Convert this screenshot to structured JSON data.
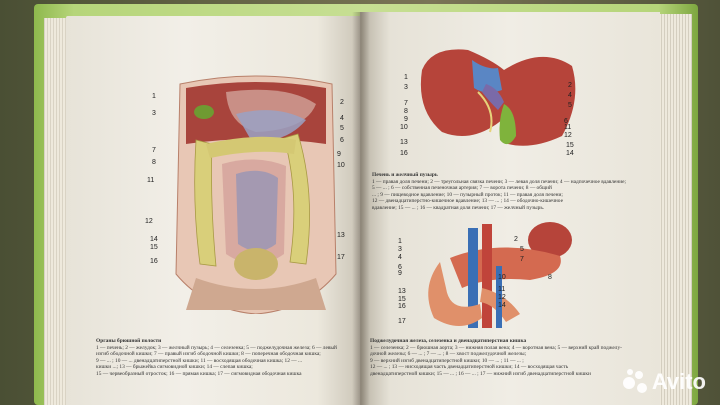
{
  "left_page": {
    "labels_left": [
      "1",
      "3",
      "7",
      "8",
      "11",
      "12",
      "14",
      "15",
      "16"
    ],
    "labels_right": [
      "2",
      "4",
      "5",
      "6",
      "9",
      "10",
      "13",
      "17"
    ],
    "caption": {
      "title": "Органы брюшной полости",
      "lines": [
        "1 — печень; 2 — желудок; 3 — желчный пузырь; 4 — селезенка; 5 — поджелудочная железа; 6 — левый",
        "изгиб ободочной кишки; 7 — правый изгиб ободочной кишки; 8 — поперечная ободочная кишка;",
        "9 — ... ; 10 — ... двенадцатиперстной кишки; 11 — восходящая ободочная кишка; 12 — ...",
        "кишки ...; 13 — брыжейка сигмовидной кишки; 14 — слепая кишка;",
        "15 — червеобразный отросток; 16 — прямая кишка; 17 — сигмовидная ободочная кишка"
      ]
    }
  },
  "right_page_top": {
    "labels_left": [
      "1",
      "3",
      "7",
      "8",
      "9",
      "10",
      "13",
      "16"
    ],
    "labels_right": [
      "2",
      "4",
      "5",
      "6",
      "11",
      "12",
      "14",
      "15"
    ],
    "caption": {
      "title": "Печень и желчный пузырь",
      "lines": [
        "1 — правая доля печени; 2 — треугольная связка печени; 3 — левая доля печени; 4 — надпочечное вдавление;",
        "5 — ... ; 6 — собственная печеночная артерия; 7 — ворота печени; 8 — общий",
        "... ; 9 — пищеводное вдавление; 10 — пузырный проток; 11 — правая доля печени;",
        "12 — двенадцатиперстно-кишечное вдавление; 13 — ... ; 14 — ободочно-кишечное",
        "вдавление; 15 — ... ; 16 — квадратная доля печени; 17 — желчный пузырь."
      ]
    }
  },
  "right_page_bottom": {
    "labels_left": [
      "1",
      "3",
      "4",
      "6",
      "9",
      "13",
      "15",
      "16",
      "17"
    ],
    "labels_right": [
      "2",
      "5",
      "7",
      "8",
      "10",
      "11",
      "12",
      "14"
    ],
    "caption": {
      "title": "Поджелудочная железа, селезенка и двенадцатиперстная кишка",
      "lines": [
        "1 — селезенка; 2 — брюшная аорта; 3 — нижняя полая вена; 4 — воротная вена; 5 — верхний край поджелу-",
        "дочной железы; 6 — ... ; 7 — ... ; 8 — хвост поджелудочной железы;",
        "9 — верхний изгиб двенадцатиперстной кишки; 10 — ... ; 11 — ... ;",
        "12 — ... ; 13 — нисходящая часть двенадцатиперстной кишки; 14 — восходящая часть",
        "двенадцатиперстной кишки; 15 — ... ; 16 — ... ; 17 — нижний изгиб двенадцатиперстной кишки"
      ]
    }
  },
  "watermark": {
    "text": "Avito"
  },
  "colors": {
    "cover": "#b6d57a",
    "page": "#f0ede5",
    "organ_red": "#c0443a",
    "organ_green": "#7fa83e",
    "vessel_blue": "#3a6fb5"
  }
}
